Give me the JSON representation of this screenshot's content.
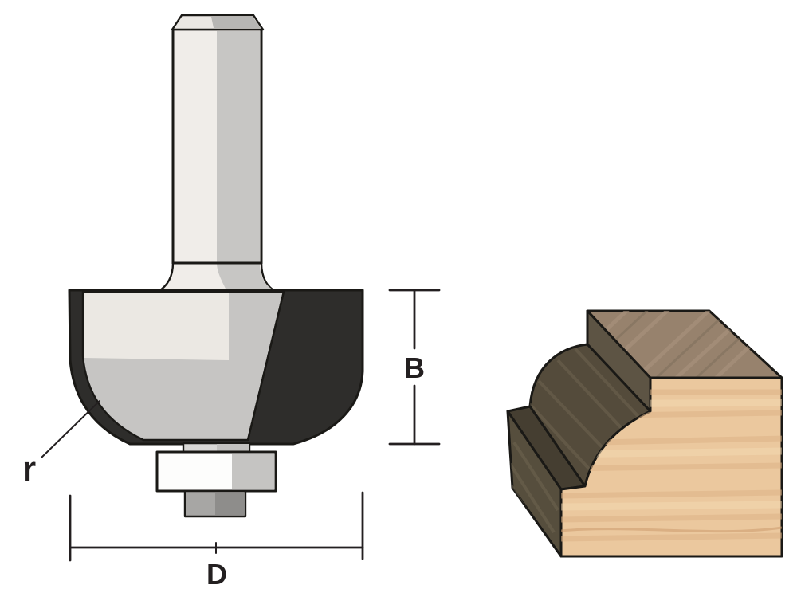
{
  "diagram": {
    "labels": {
      "cutting_length": "B",
      "diameter": "D",
      "radius": "r"
    },
    "colors": {
      "background": "#ffffff",
      "outline": "#1a1916",
      "label_ink": "#231f20",
      "steel_light": "#f0ede9",
      "steel_shade": "#c7c6c4",
      "steel_highlight": "#ebe8e3",
      "chamfer_light": "#eae7e3",
      "chamfer_shade": "#b7b6b4",
      "cutter_dark": "#2e2d2b",
      "cutter_body": "#c6c5c3",
      "collar_light": "#d9d8d6",
      "collar_shade": "#c2c1bf",
      "bearing_white": "#fdfdfc",
      "bearing_shade": "#c5c4c2",
      "nut_light": "#a7a6a4",
      "nut_shade": "#8e8d8b",
      "wood_front": "#ebc89e",
      "wood_top": "#97826d",
      "wood_grain_dark": "#dcb286",
      "wood_grain_light": "#f4d9b2",
      "cut_top_step": "#5d5444",
      "cut_bead": "#544b3b",
      "cut_ledge": "#453e31",
      "cut_side": "#564e3d",
      "cut_streak": "#6f6552"
    }
  }
}
